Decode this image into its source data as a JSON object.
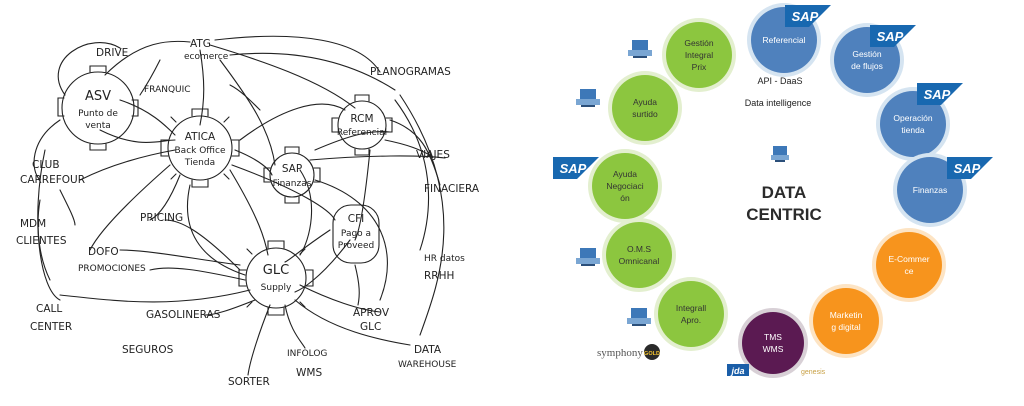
{
  "sketch": {
    "nodes": {
      "asv": [
        "ASV",
        "Punto de",
        "venta"
      ],
      "atica": [
        "ATICA",
        "Back Office",
        "Tienda"
      ],
      "rcm": [
        "RCM",
        "Referencial"
      ],
      "sap": [
        "SAP",
        "Finanzas"
      ],
      "cfi": [
        "CFI",
        "Pago a",
        "Proveed"
      ],
      "glc": [
        "GLC",
        "Supply"
      ]
    },
    "labels": {
      "drive": "DRIVE",
      "atg": "ATG",
      "atg_sub": "ecomerce",
      "franquic": "FRANQUIC",
      "planogramas": "PLANOGRAMAS",
      "club": "CLUB",
      "carrefour": "CARREFOUR",
      "viajes": "VIAJES",
      "financiera": "FINACIERA",
      "mdm": "MDM",
      "clientes": "CLIENTES",
      "pricing": "PRICING",
      "dofo": "DOFO",
      "promociones": "PROMOCIONES",
      "hr_datos": "HR datos",
      "rrhh": "RRHH",
      "call": "CALL",
      "center": "CENTER",
      "gasolineras": "GASOLINERAS",
      "aprov": "APROV",
      "aprov_sub": "GLC",
      "seguros": "SEGUROS",
      "infolog": "INFOLOG",
      "wms": "WMS",
      "data": "DATA",
      "warehouse": "WAREHOUSE",
      "sorter": "SORTER"
    }
  },
  "data_centric": {
    "center_lines": [
      "DATA",
      "CENTRIC"
    ],
    "api_lines": [
      "API - DaaS",
      "Data intelligence"
    ],
    "logo_texts": {
      "sap": "SAP",
      "symphony": "symphony",
      "gold": "GOLD",
      "jda": "jda",
      "genesis": "genesis"
    },
    "circles": [
      {
        "id": "referencial",
        "lines": [
          "Referencial"
        ],
        "color": "blue"
      },
      {
        "id": "gestion-flujos",
        "lines": [
          "Gestión",
          "de flujos"
        ],
        "color": "blue"
      },
      {
        "id": "operacion-tienda",
        "lines": [
          "Operación",
          "tienda"
        ],
        "color": "blue"
      },
      {
        "id": "finanzas",
        "lines": [
          "Finanzas"
        ],
        "color": "blue"
      },
      {
        "id": "ecommerce",
        "lines": [
          "E-Commer",
          "ce"
        ],
        "color": "orange"
      },
      {
        "id": "marketing-digital",
        "lines": [
          "Marketin",
          "g digital"
        ],
        "color": "orange"
      },
      {
        "id": "tms-wms",
        "lines": [
          "TMS",
          "WMS"
        ],
        "color": "purple"
      },
      {
        "id": "integral-apro",
        "lines": [
          "Integrall",
          "Apro."
        ],
        "color": "green"
      },
      {
        "id": "oms-omnicanal",
        "lines": [
          "O.M.S",
          "Omnicanal"
        ],
        "color": "green"
      },
      {
        "id": "ayuda-negociacion",
        "lines": [
          "Ayuda",
          "Negociaci",
          "ón"
        ],
        "color": "green"
      },
      {
        "id": "ayuda-surtido",
        "lines": [
          "Ayuda",
          "surtido"
        ],
        "color": "green"
      },
      {
        "id": "gestion-integral-prix",
        "lines": [
          "Gestión",
          "Integral",
          "Prix"
        ],
        "color": "green"
      }
    ],
    "colors": {
      "blue": "#4f81bd",
      "blue_ring": "#d5e4f1",
      "green": "#8cc63f",
      "green_ring": "#e3efcf",
      "orange": "#f7941d",
      "orange_ring": "#fde4c4",
      "purple": "#5b1a52",
      "purple_ring": "#d8d0d6"
    }
  }
}
